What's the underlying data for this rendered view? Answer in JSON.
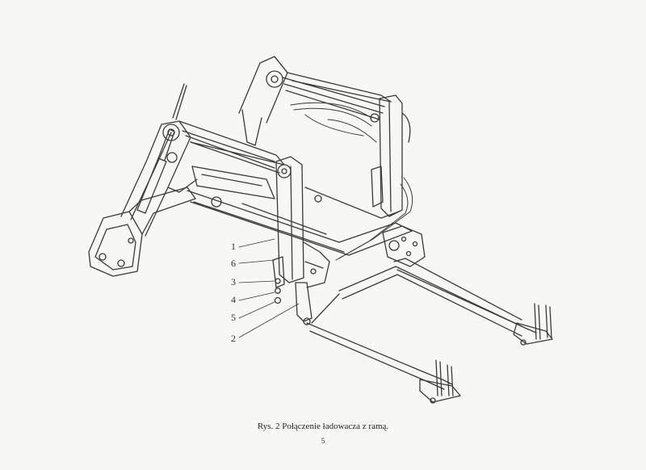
{
  "figure": {
    "callouts": [
      "1",
      "6",
      "3",
      "4",
      "5",
      "2"
    ],
    "caption": "Rys. 2 Połączenie ładowacza z ramą.",
    "page_number": "5"
  },
  "colors": {
    "paper": "#f7f7f5",
    "ink": "#3a3a3a"
  }
}
